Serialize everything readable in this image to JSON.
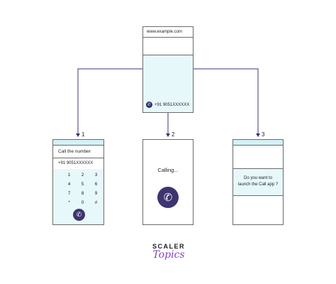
{
  "browser": {
    "url": "www.example.com",
    "phone_number": "+91 9051XXXXXX"
  },
  "steps": [
    "1",
    "2",
    "3"
  ],
  "screen1": {
    "title": "Call the number",
    "number": "+91 9051XXXXXX",
    "keys": [
      "1",
      "2",
      "3",
      "4",
      "5",
      "6",
      "7",
      "8",
      "9",
      "*",
      "0",
      "#"
    ]
  },
  "screen2": {
    "status": "Calling..."
  },
  "screen3": {
    "prompt_line1": "Do you want to",
    "prompt_line2": "launch the Call app ?"
  },
  "logo": {
    "top": "SCALER",
    "bottom": "Topics"
  },
  "colors": {
    "accent": "#3d3470",
    "screen_bg": "#e7f8fb",
    "brand_purple": "#8a3fc9"
  }
}
